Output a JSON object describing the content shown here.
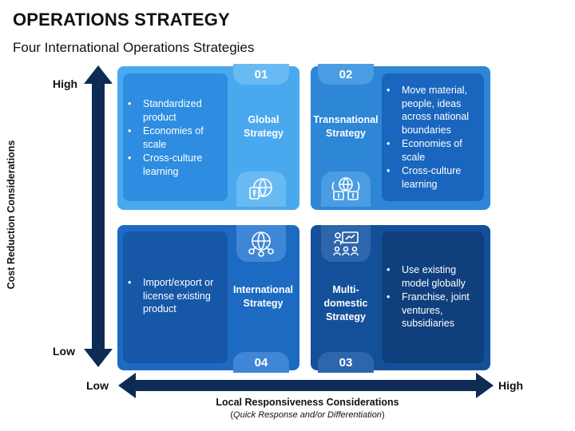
{
  "header": {
    "title": "OPERATIONS STRATEGY",
    "subtitle": "Four International Operations Strategies"
  },
  "axes": {
    "y_title": "Cost Reduction Considerations",
    "y_high": "High",
    "y_low": "Low",
    "x_title": "Local Responsiveness Considerations",
    "x_sub_open": "(",
    "x_sub": "Quick Response and/or Differentiation",
    "x_sub_close": ")",
    "x_low": "Low",
    "x_high": "High"
  },
  "quadrants": [
    {
      "number": "01",
      "name_line1": "Global",
      "name_line2": "Strategy",
      "icon": "globe-money-icon",
      "bullets": [
        "Standardized product",
        "Economies of scale",
        "Cross-culture learning"
      ]
    },
    {
      "number": "02",
      "name_line1": "Transnational",
      "name_line2": "Strategy",
      "icon": "globe-trade-icon",
      "bullets": [
        "Move material, people, ideas across national boundaries",
        "Economies of scale",
        "Cross-culture learning"
      ]
    },
    {
      "number": "03",
      "name_line1": "Multi-",
      "name_line2": "domestic",
      "name_line3": "Strategy",
      "icon": "presentation-team-icon",
      "bullets": [
        "Use existing model globally",
        "Franchise, joint ventures, subsidiaries"
      ]
    },
    {
      "number": "04",
      "name_line1": "International",
      "name_line2": "Strategy",
      "icon": "global-network-icon",
      "bullets": [
        "Import/export or license existing product"
      ]
    }
  ],
  "colors": {
    "arrow": "#0d2b55",
    "q1": "#4aa8ee",
    "q2": "#2d86d6",
    "q3": "#14509a",
    "q4": "#1d6ac2"
  }
}
